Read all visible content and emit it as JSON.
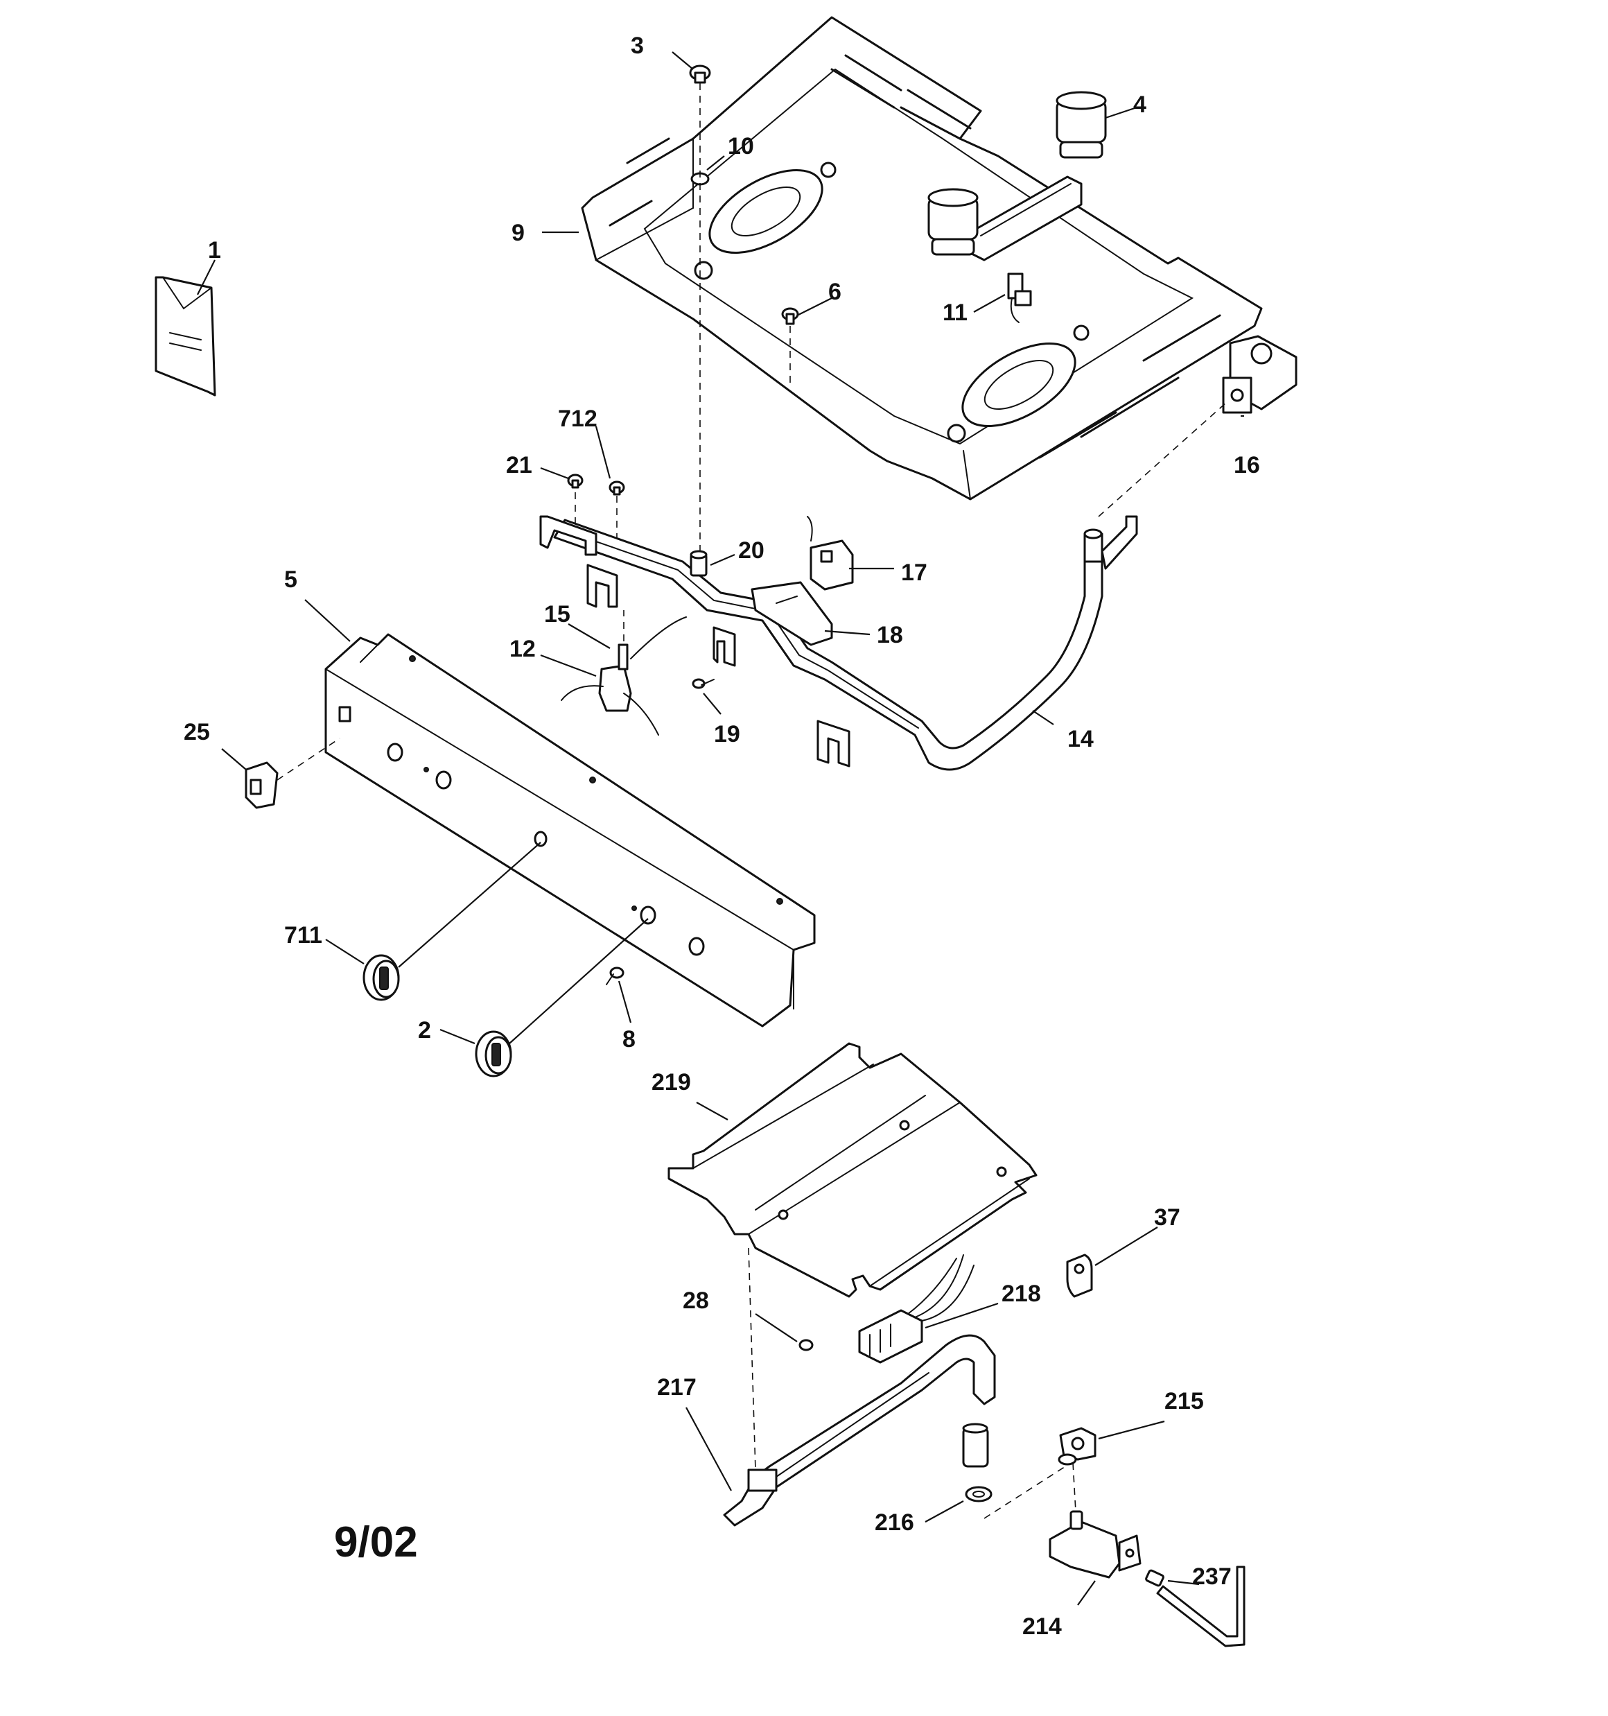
{
  "date_code": "9/02",
  "callouts": {
    "c1": "1",
    "c2": "2",
    "c3": "3",
    "c4": "4",
    "c5": "5",
    "c6": "6",
    "c8": "8",
    "c9": "9",
    "c10": "10",
    "c11": "11",
    "c12": "12",
    "c14": "14",
    "c15": "15",
    "c16": "16",
    "c17": "17",
    "c18": "18",
    "c19": "19",
    "c20": "20",
    "c21": "21",
    "c25": "25",
    "c28": "28",
    "c37": "37",
    "c214": "214",
    "c215": "215",
    "c216": "216",
    "c217": "217",
    "c218": "218",
    "c219": "219",
    "c237": "237",
    "c711": "711",
    "c712": "712"
  },
  "colors": {
    "line": "#111111",
    "background": "#ffffff"
  }
}
